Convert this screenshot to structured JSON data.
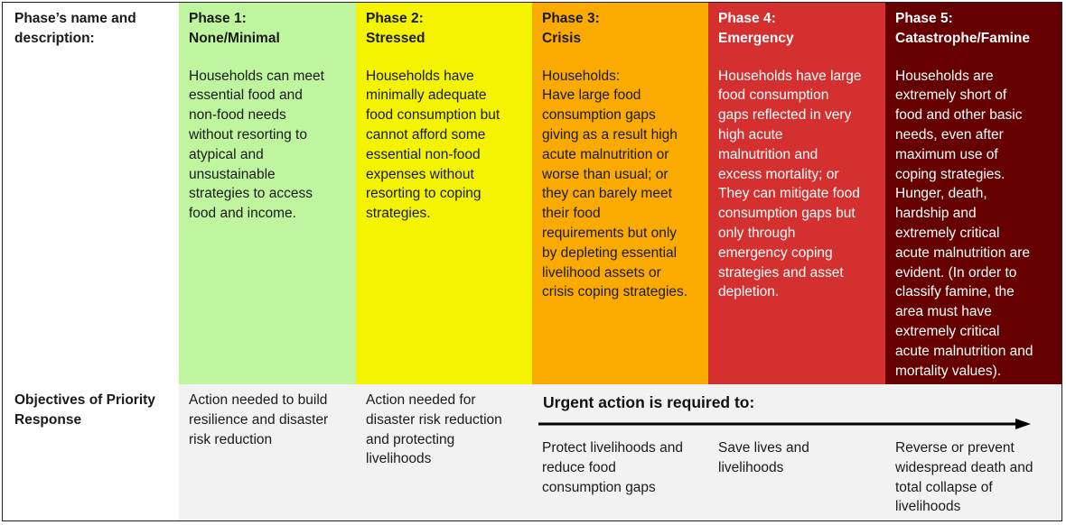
{
  "table": {
    "header_label": "Phase’s name and\ndescription:",
    "phases": [
      {
        "title": "Phase 1:\nNone/Minimal",
        "description": "Households can meet\nessential food and\nnon-food needs\nwithout resorting to\natypical and\nunsustainable\nstrategies to access\nfood and income.",
        "color": "#c0f59f",
        "text_color": "#1a1a1a"
      },
      {
        "title": "Phase 2:\nStressed",
        "description": "Households have\nminimally adequate\nfood consumption but\ncannot afford some\nessential non-food\nexpenses without\nresorting to coping\nstrategies.",
        "color": "#f4f400",
        "text_color": "#1a1a1a"
      },
      {
        "title": "Phase 3:\nCrisis",
        "description": "Households:\nHave large food\nconsumption gaps\ngiving as a result high\nacute malnutrition or\nworse than usual; or\nthey can barely meet\ntheir food\nrequirements but only\nby depleting essential\nlivelihood assets or\ncrisis coping strategies.",
        "color": "#fbab00",
        "text_color": "#1a1a1a"
      },
      {
        "title": "Phase 4:\nEmergency",
        "description": "Households have large\nfood consumption\ngaps reflected in very\nhigh acute\nmalnutrition and\nexcess mortality; or\nThey can mitigate food\nconsumption gaps but\nonly through\nemergency coping\nstrategies and asset\ndepletion.",
        "color": "#d4302f",
        "text_color": "#ffffff"
      },
      {
        "title": "Phase 5:\nCatastrophe/Famine",
        "description": "Households are\nextremely short of\nfood and other basic\nneeds, even after\nmaximum use of\ncoping strategies.\nHunger, death,\nhardship and\nextremely critical\nacute malnutrition are\nevident. (In order to\nclassify famine, the\narea must have\nextremely critical\nacute malnutrition and\nmortality values).",
        "color": "#660000",
        "text_color": "#ffffff"
      }
    ],
    "objectives_label": "Objectives of Priority\nResponse",
    "objectives": {
      "phase1": "Action needed to build\nresilience and disaster\nrisk reduction",
      "phase2": "Action needed for\ndisaster risk reduction\nand protecting\nlivelihoods",
      "urgent_heading": "Urgent action is required to:",
      "phase3": "Protect livelihoods and\nreduce food\nconsumption gaps",
      "phase4": "Save lives and\nlivelihoods",
      "phase5": "Reverse or prevent\nwidespread death and\ntotal collapse of\nlivelihoods"
    },
    "objectives_background": "#f2f2f2"
  }
}
